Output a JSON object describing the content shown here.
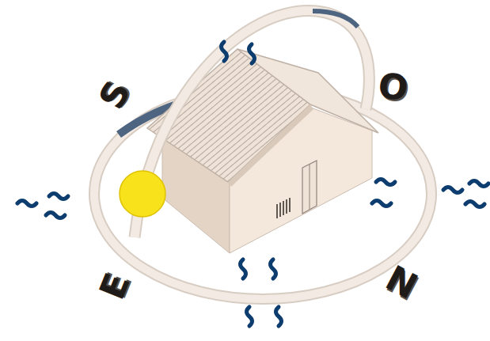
{
  "diagram": {
    "labels": [
      "S",
      "O",
      "E",
      "N"
    ]
  }
}
